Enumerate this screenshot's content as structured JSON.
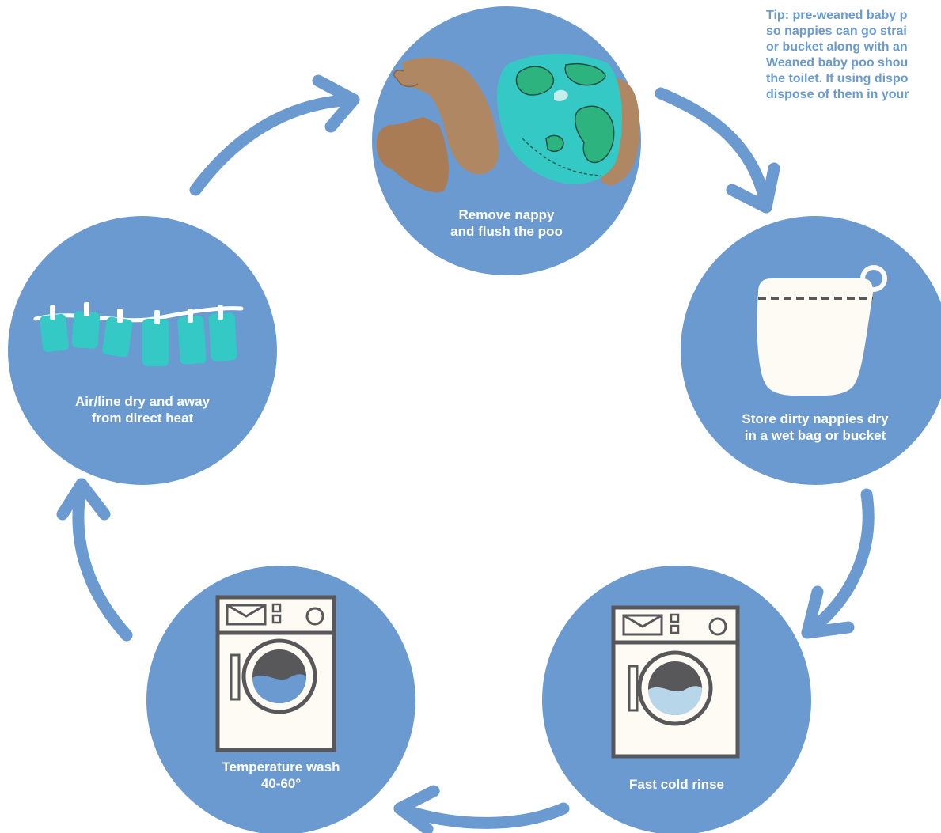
{
  "colors": {
    "circle": "#6a9ad0",
    "arrow": "#6a9ad0",
    "nappy": "#35c9c6",
    "nappy_pattern": "#2db47e",
    "skin": "#b08763",
    "machine_fill": "#fdfbf3",
    "machine_stroke": "#58585a",
    "water": "#b8d6ea"
  },
  "tip": {
    "lines": [
      "Tip: pre-weaned baby p",
      "so nappies can go strai",
      "or bucket along with an",
      "Weaned baby poo shou",
      "the toilet. If using dispo",
      "dispose of them in your"
    ]
  },
  "steps": [
    {
      "icon": "baby-nappy",
      "caption": [
        "Remove nappy",
        "and flush the poo"
      ]
    },
    {
      "icon": "wet-bag",
      "caption": [
        "Store dirty nappies dry",
        "in a wet bag or bucket"
      ]
    },
    {
      "icon": "washing-machine",
      "caption": [
        "Fast cold rinse"
      ]
    },
    {
      "icon": "washing-machine",
      "caption": [
        "Temperature wash",
        "40-60°"
      ]
    },
    {
      "icon": "clothesline",
      "caption": [
        "Air/line dry and away",
        "from direct heat"
      ]
    }
  ]
}
